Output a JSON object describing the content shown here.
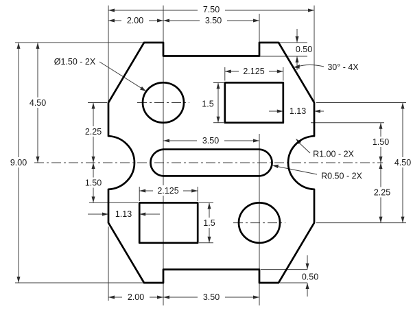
{
  "drawing": {
    "type": "2D mechanical part drawing with dimensions",
    "colors": {
      "background": "#ffffff",
      "part_outline": "#000000",
      "dimension_lines": "#3c3c3c",
      "text": "#161616"
    },
    "dims": {
      "overall_width": "7.50",
      "top_offset_left": "2.00",
      "top_notch_width": "3.50",
      "top_step_depth": "0.50",
      "chamfer_note": "30° - 4X",
      "hole_note": "Ø1.50 - 2X",
      "overall_height": "9.00",
      "upper_half_height": "4.50",
      "left_chamfer_to_center": "2.25",
      "center_to_pocket_top": "1.50",
      "top_pocket_width": "2.125",
      "top_pocket_height": "1.5",
      "top_pocket_edge_offset": "1.13",
      "slot_center_length": "3.50",
      "side_notch_radius_note": "R1.00 - 2X",
      "slot_end_radius_note": "R0.50 - 2X",
      "right_center_to_pocket": "1.50",
      "right_center_to_chamfer": "2.25",
      "lower_half_height": "4.50",
      "bottom_pocket_edge_offset": "1.13",
      "bottom_pocket_width": "2.125",
      "bottom_pocket_height": "1.5",
      "bottom_step_depth": "0.50",
      "bottom_offset_left": "2.00",
      "bottom_notch_width": "3.50"
    }
  }
}
